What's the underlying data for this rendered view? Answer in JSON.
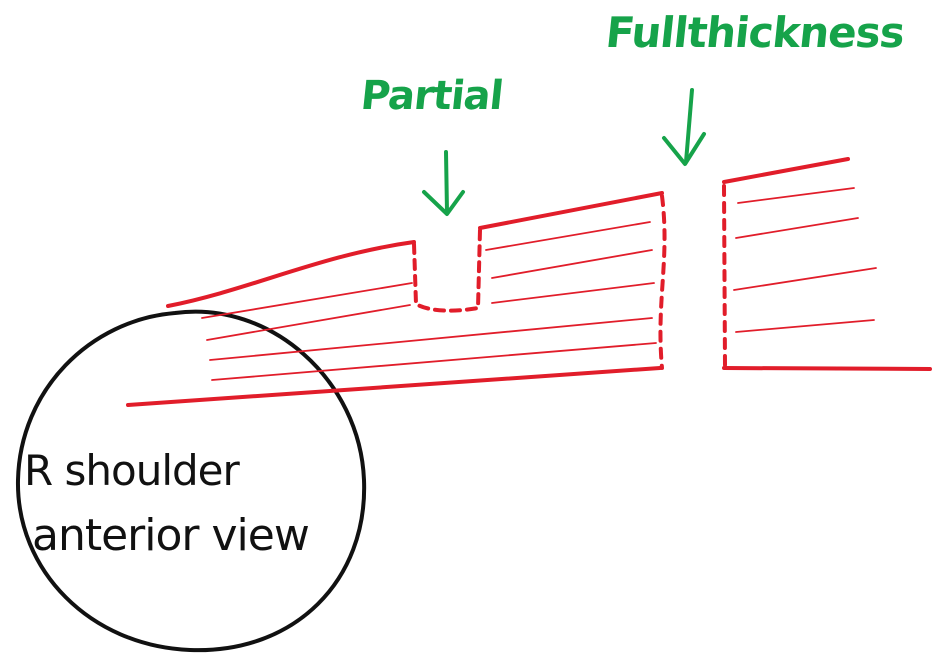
{
  "labels": {
    "full_thickness": "Fullthickness",
    "partial": "Partial",
    "shoulder_line1": "R shoulder",
    "shoulder_line2": "anterior view"
  },
  "colors": {
    "tendon": "#e11d2a",
    "annotation": "#16a34a",
    "outline": "#111111"
  }
}
